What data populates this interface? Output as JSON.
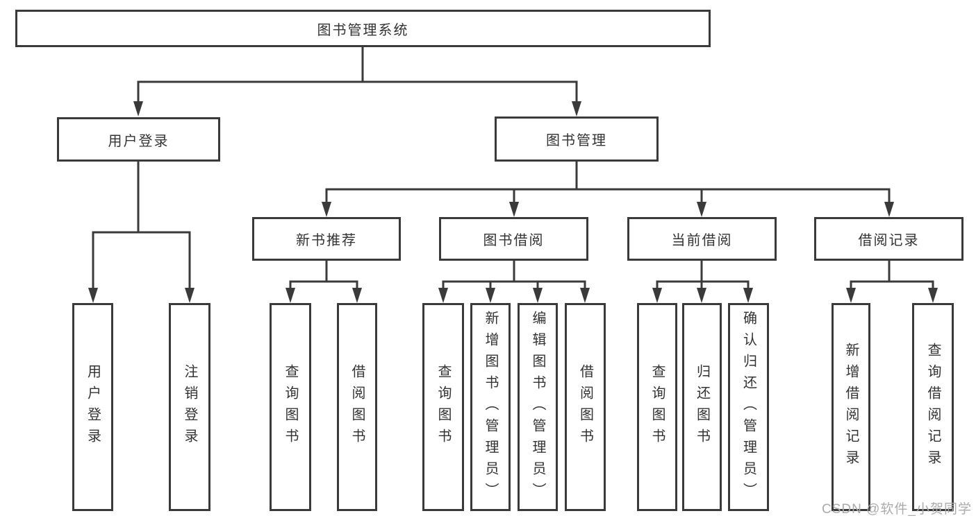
{
  "tree": {
    "root": {
      "label": "图书管理系统",
      "children": [
        {
          "label": "用户登录",
          "children": [
            {
              "label": "用户登录"
            },
            {
              "label": "注销登录"
            }
          ]
        },
        {
          "label": "图书管理",
          "children": [
            {
              "label": "新书推荐",
              "children": [
                {
                  "label": "查询图书"
                },
                {
                  "label": "借阅图书"
                }
              ]
            },
            {
              "label": "图书借阅",
              "children": [
                {
                  "label": "查询图书"
                },
                {
                  "label": "新增图书（管理员）"
                },
                {
                  "label": "编辑图书（管理员）"
                },
                {
                  "label": "借阅图书"
                }
              ]
            },
            {
              "label": "当前借阅",
              "children": [
                {
                  "label": "查询图书"
                },
                {
                  "label": "归还图书"
                },
                {
                  "label": "确认归还（管理员）"
                }
              ]
            },
            {
              "label": "借阅记录",
              "children": [
                {
                  "label": "新增借阅记录"
                },
                {
                  "label": "查询借阅记录"
                }
              ]
            }
          ]
        }
      ]
    }
  },
  "watermark": {
    "text": "CSDN @软件_小贺同学"
  },
  "colors": {
    "line": "#3a3a3a",
    "text": "#333333",
    "watermark": "#ababab",
    "background": "#ffffff"
  }
}
